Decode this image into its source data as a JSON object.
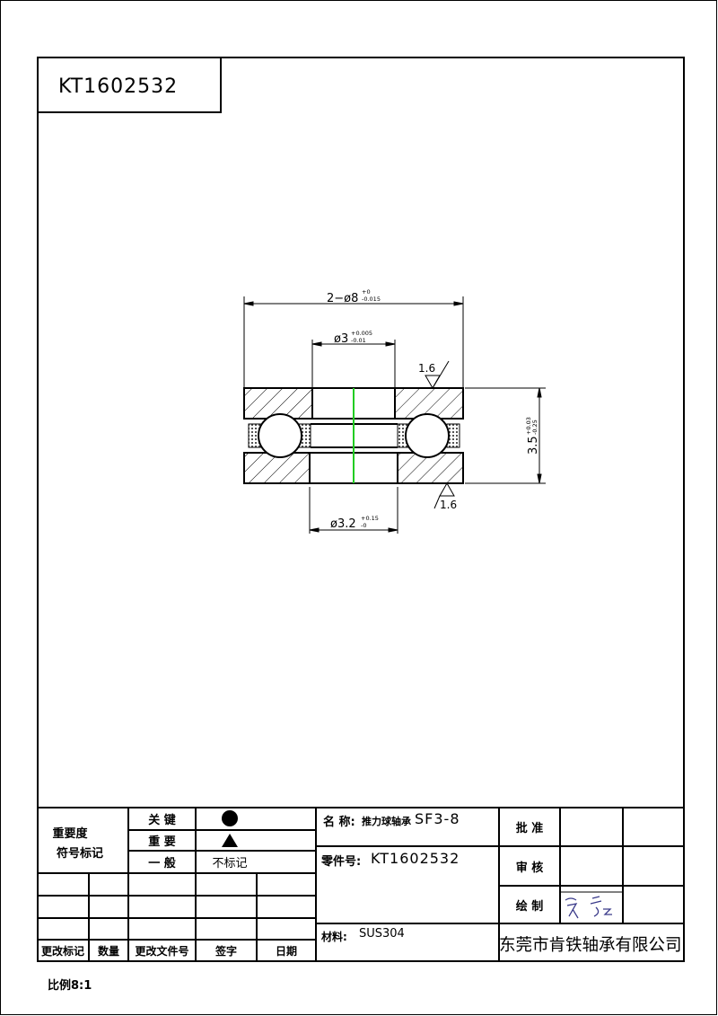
{
  "header": {
    "drawing_number": "KT1602532"
  },
  "dimensions": {
    "outer_diameter": {
      "base": "2-ø8",
      "upper": "+0",
      "lower": "-0.015"
    },
    "inner_diameter_top": {
      "base": "ø3",
      "upper": "+0.005",
      "lower": "-0.01"
    },
    "inner_diameter_bottom": {
      "base": "ø3.2",
      "upper": "+0.15",
      "lower": "-0"
    },
    "height": {
      "base": "3.5",
      "upper": "+0.03",
      "lower": "-0.25"
    },
    "roughness_top": "1.6",
    "roughness_bottom": "1.6"
  },
  "colors": {
    "centerline": "#22cc22",
    "line": "#000000",
    "signature": "#3a3a8a"
  },
  "title_block": {
    "importance_label_1": "重要度",
    "importance_label_2": "符号标记",
    "levels": [
      {
        "label": "关 键",
        "symbol": "filled-circle"
      },
      {
        "label": "重 要",
        "symbol": "filled-triangle"
      },
      {
        "label": "一 般",
        "symbol_text": "不标记"
      }
    ],
    "revision_headers": [
      "更改标记",
      "数量",
      "更改文件号",
      "签字",
      "日期"
    ],
    "name_label": "名 称:",
    "name_cn": "推力球轴承",
    "name_model": "SF3-8",
    "part_no_label": "零件号:",
    "part_no": "KT1602532",
    "material_label": "材料:",
    "material": "SUS304",
    "approve": "批 准",
    "review": "审 核",
    "drawn": "绘 制",
    "company": "东莞市肯铁轴承有限公司"
  },
  "scale": "比例8:1"
}
